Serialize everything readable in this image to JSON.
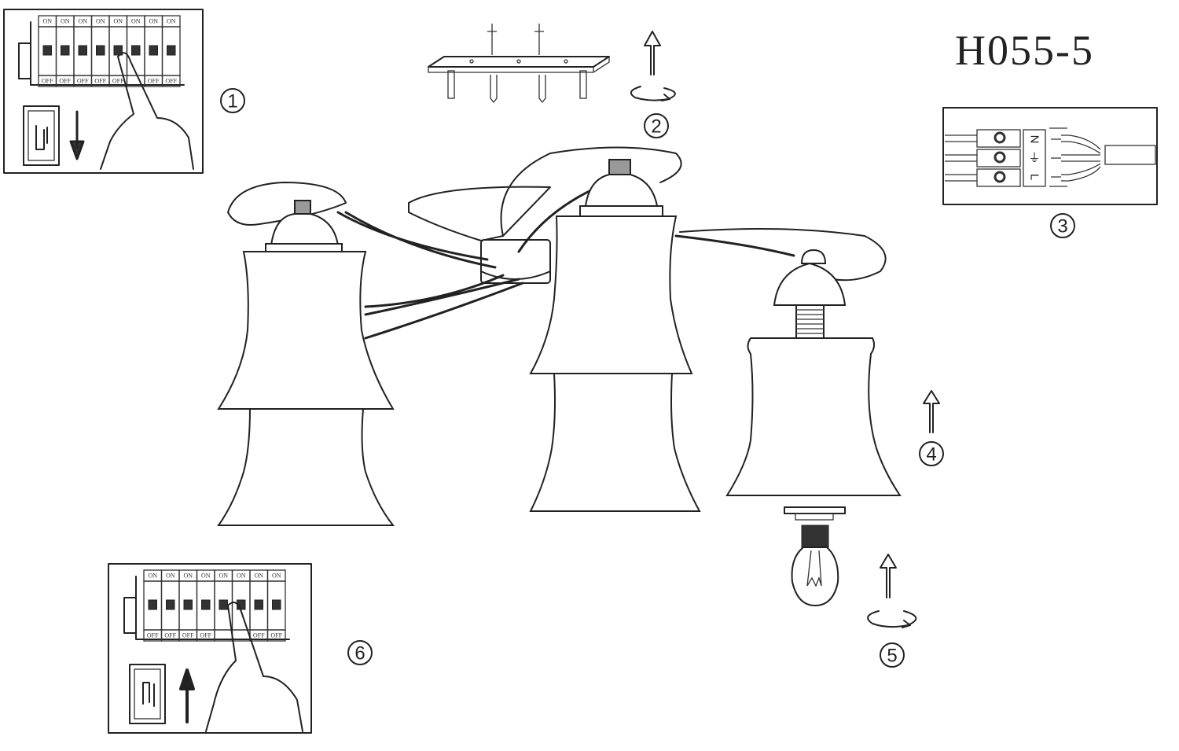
{
  "title": "H055-5",
  "steps": [
    "1",
    "2",
    "3",
    "4",
    "5",
    "6"
  ],
  "breaker_panel_1": {
    "top_labels": [
      "ON",
      "ON",
      "ON",
      "ON",
      "ON",
      "ON",
      "ON",
      "ON"
    ],
    "bottom_labels": [
      "OFF",
      "OFF",
      "OFF",
      "OFF",
      "OFF",
      "",
      "OFF",
      "OFF"
    ]
  },
  "breaker_panel_6": {
    "top_labels": [
      "ON",
      "ON",
      "ON",
      "ON",
      "ON",
      "ON",
      "ON",
      "ON"
    ],
    "bottom_labels": [
      "OFF",
      "OFF",
      "OFF",
      "OFF",
      "",
      "",
      "OFF",
      "OFF"
    ]
  },
  "terminal_block": {
    "labels": [
      "N",
      "⏚",
      "L"
    ]
  }
}
